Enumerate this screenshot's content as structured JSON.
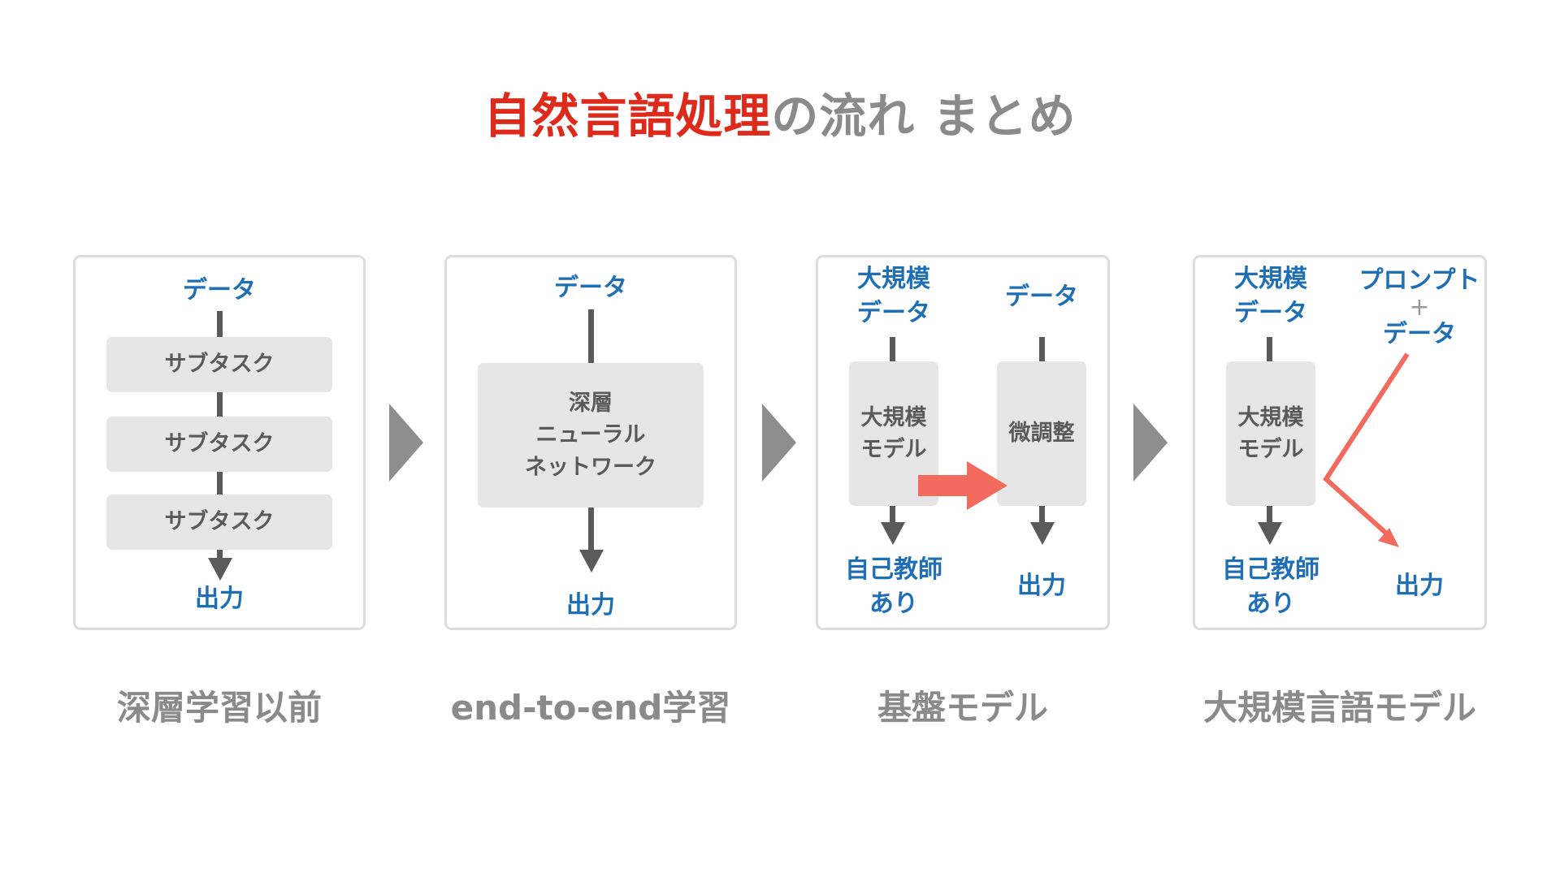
{
  "title": {
    "highlight": "自然言語処理",
    "rest": "の流れ まとめ"
  },
  "colors": {
    "accent_red": "#dd2a1a",
    "blue_text": "#1e6fb5",
    "salmon_arrow": "#f26b5e",
    "gray": "#8a8a8a"
  },
  "stages": [
    {
      "caption": "深層学習以前",
      "data_label": "データ",
      "subtasks": [
        "サブタスク",
        "サブタスク",
        "サブタスク"
      ],
      "output_label": "出力"
    },
    {
      "caption": "end-to-end学習",
      "data_label": "データ",
      "network_line1": "深層",
      "network_line2": "ニューラル",
      "network_line3": "ネットワーク",
      "output_label": "出力"
    },
    {
      "caption": "基盤モデル",
      "big_data_line1": "大規模",
      "big_data_line2": "データ",
      "model_line1": "大規模",
      "model_line2": "モデル",
      "selfsup_line1": "自己教師",
      "selfsup_line2": "あり",
      "data_label": "データ",
      "finetune_label": "微調整",
      "output_label": "出力"
    },
    {
      "caption": "大規模言語モデル",
      "big_data_line1": "大規模",
      "big_data_line2": "データ",
      "model_line1": "大規模",
      "model_line2": "モデル",
      "selfsup_line1": "自己教師",
      "selfsup_line2": "あり",
      "prompt_line1": "プロンプト",
      "prompt_plus": "+",
      "prompt_line3": "データ",
      "output_label": "出力"
    }
  ]
}
